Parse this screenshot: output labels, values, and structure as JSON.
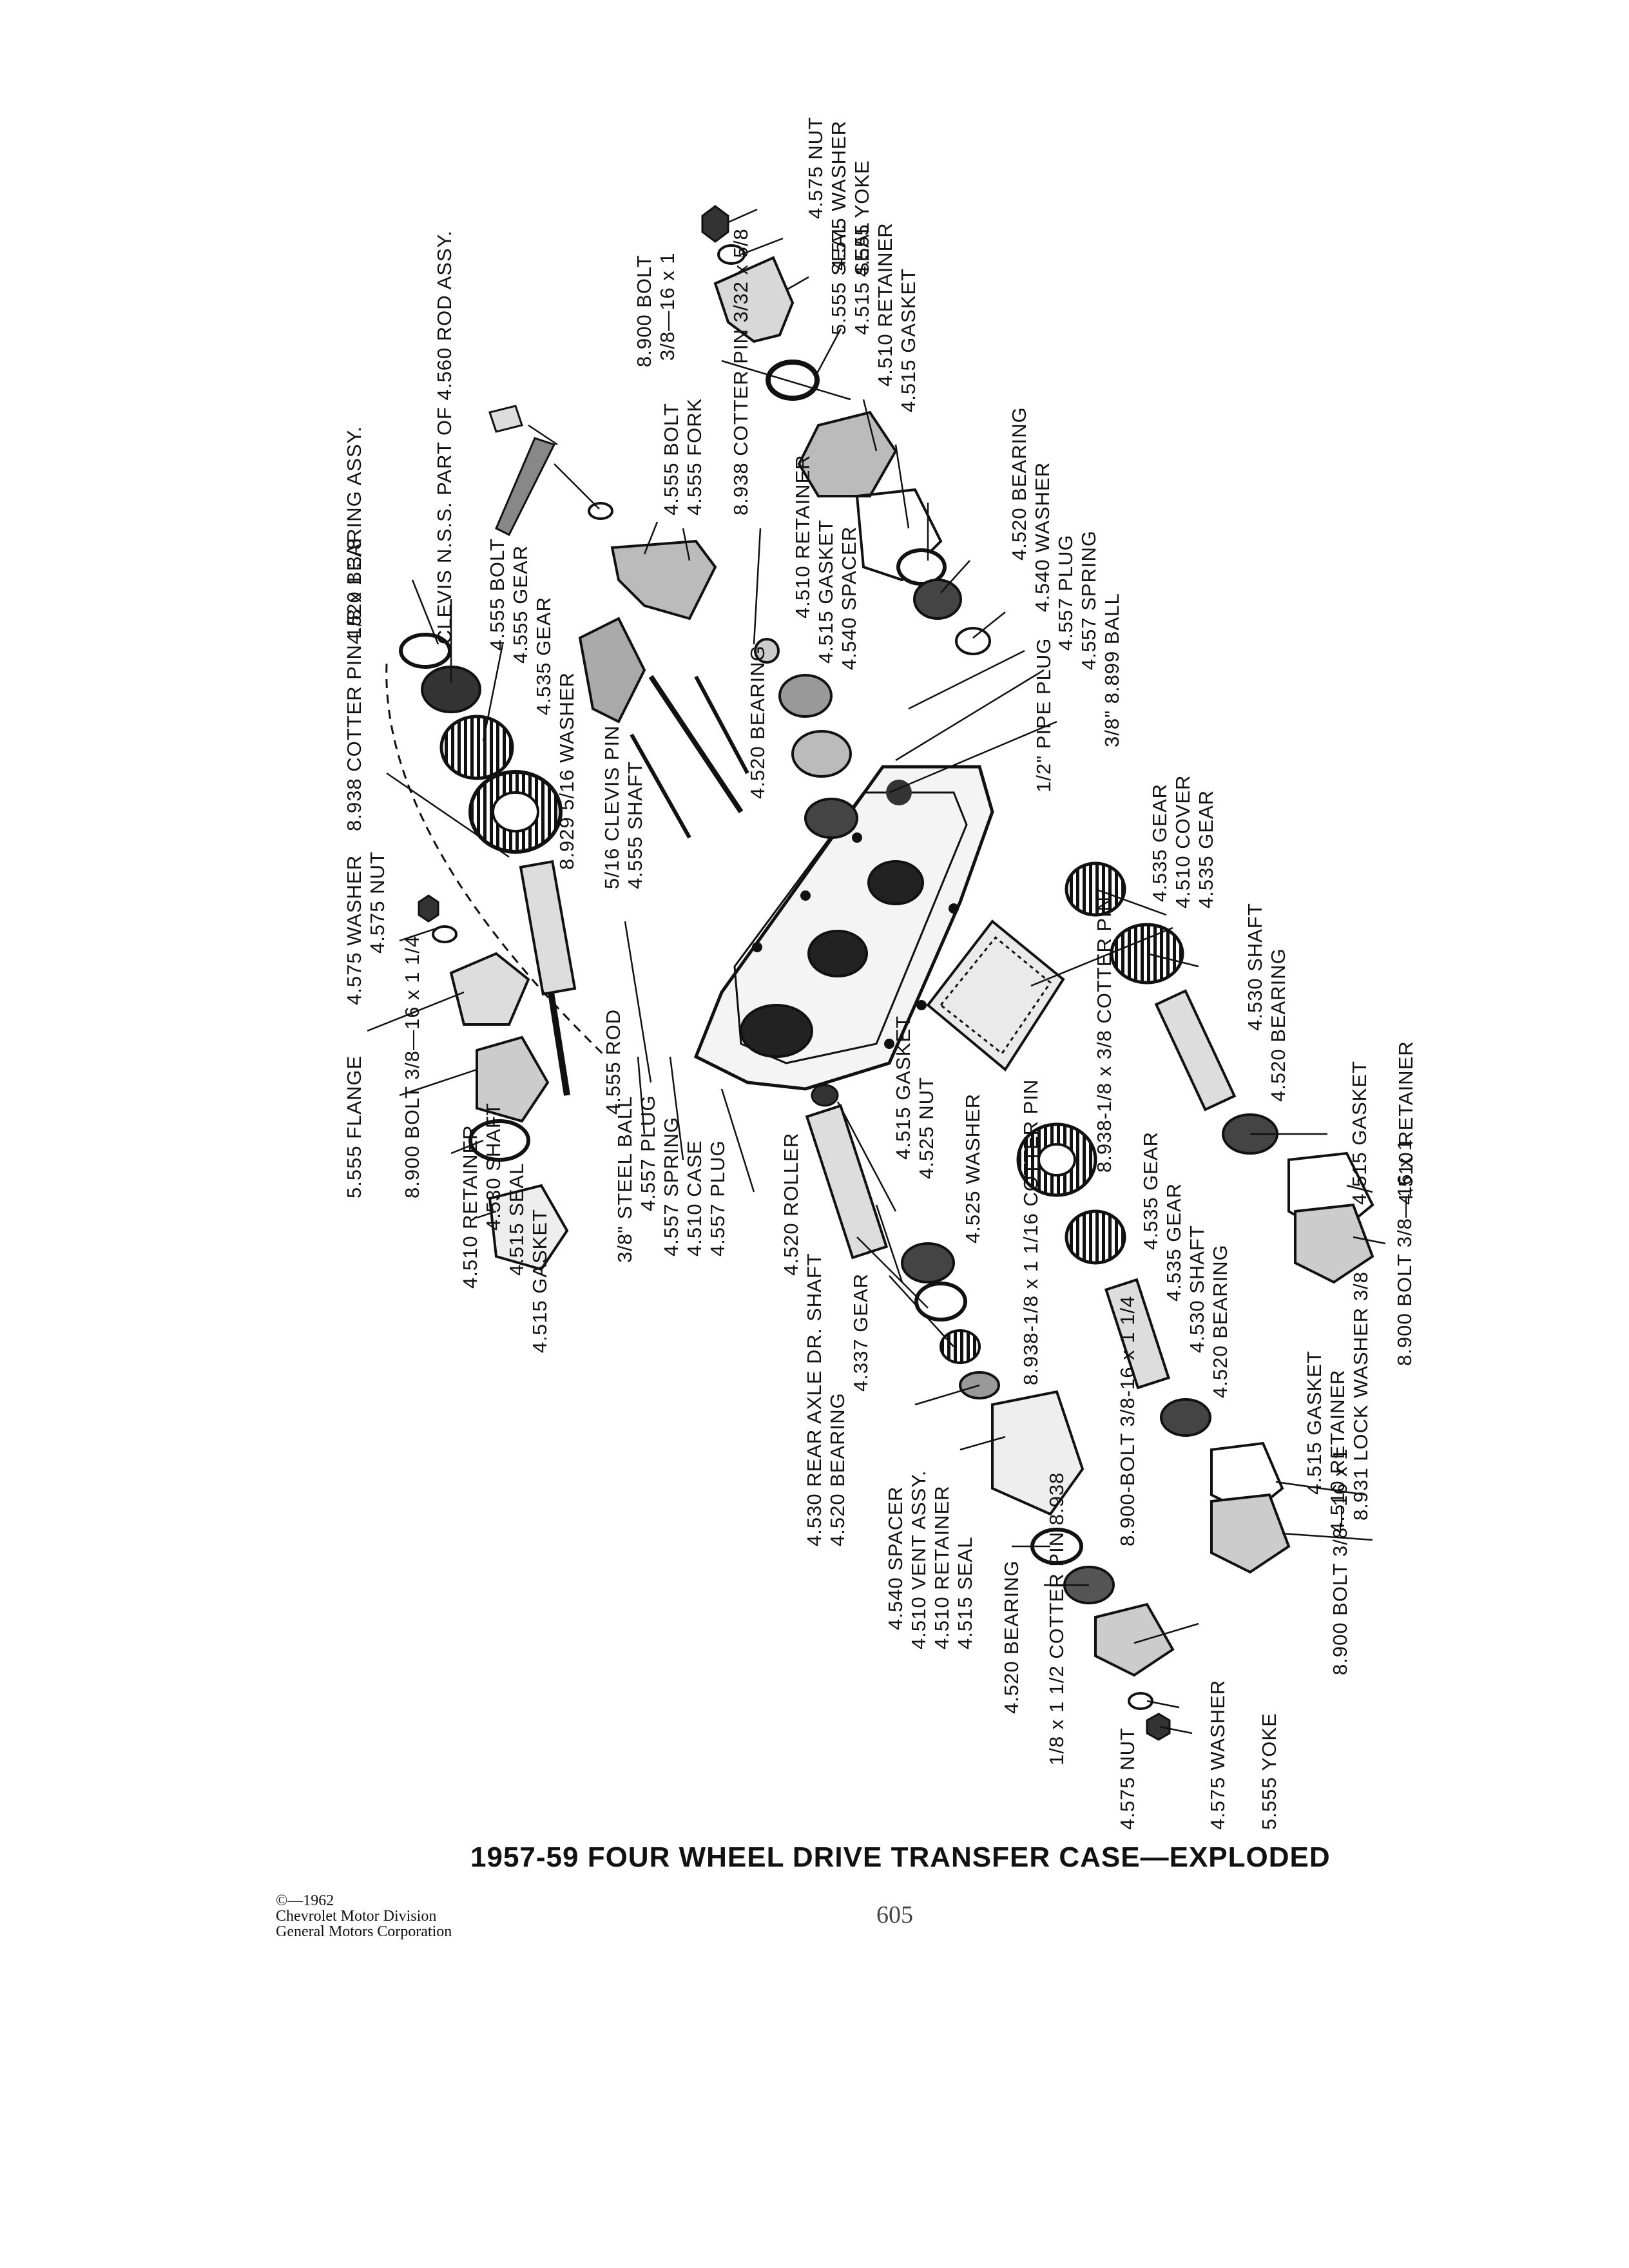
{
  "title": "1957-59 FOUR WHEEL DRIVE TRANSFER CASE—EXPLODED",
  "copyright": {
    "line1": "©—1962",
    "line2": "Chevrolet Motor Division",
    "line3": "General Motors Corporation"
  },
  "page_number": "605",
  "labels": {
    "l01": "4.575 NUT",
    "l02": "4.575 WASHER",
    "l03": "4.555 YOKE",
    "l04": "5.555 SEAL",
    "l05": "4.515 SEAL",
    "l06": "4.510 RETAINER",
    "l07": "4.515 GASKET",
    "l08": "8.900 BOLT",
    "l09": "3/8—16 x 1",
    "l10": "CLEVIS N.S.S. PART OF 4.560 ROD ASSY.",
    "l11": "4.555 BOLT",
    "l12": "4.555 FORK",
    "l13": "8.938 COTTER PIN 3/32 x 5/8",
    "l14": "4.520 BEARING",
    "l15": "4.540 WASHER",
    "l16": "4.557 PLUG",
    "l17": "4.557 SPRING",
    "l18": "3/8\" 8.899 BALL",
    "l19": "4.510 RETAINER",
    "l20": "4.515 GASKET",
    "l21": "4.540 SPACER",
    "l22": "4.520 BEARING",
    "l23": "4.520 BEARING ASSY.",
    "l24": "4.555 BOLT",
    "l25": "4.555 GEAR",
    "l26": "4.535 GEAR",
    "l27": "8.938 COTTER PIN 1/8 x 1 3/8",
    "l28": "8.929 5/16 WASHER",
    "l29": "5/16 CLEVIS PIN",
    "l30": "4.555 SHAFT",
    "l31": "1/2\" PIPE PLUG",
    "l32": "4.535 GEAR",
    "l33": "4.510 COVER",
    "l34": "4.535 GEAR",
    "l35": "4.575 WASHER",
    "l36": "4.575 NUT",
    "l37": "5.555 FLANGE",
    "l38": "8.900 BOLT 3/8—16 x 1 1/4",
    "l39": "4.510 RETAINER",
    "l40": "4.530 SHAFT",
    "l41": "4.515 SEAL",
    "l42": "4.515 GASKET",
    "l43": "4.555 ROD",
    "l44": "3/8\" STEEL BALL",
    "l45": "4.557 PLUG",
    "l46": "4.557 SPRING",
    "l47": "4.510 CASE",
    "l48": "4.557 PLUG",
    "l49": "4.515 GASKET",
    "l50": "4.525 NUT",
    "l51": "4.525 WASHER",
    "l52": "4.530 SHAFT",
    "l53": "4.520 BEARING",
    "l54": "8.938-1/8 x 3/8 COTTER PIN",
    "l55": "4.515 GASKET",
    "l56": "4.510 RETAINER",
    "l57": "4.535 GEAR",
    "l58": "4.520 ROLLER",
    "l59": "4.530 REAR AXLE DR. SHAFT",
    "l60": "8.938-1/8 x 1 1/16 COTTER PIN",
    "l61": "4.535 GEAR",
    "l62": "4.530 SHAFT",
    "l63": "4.520 BEARING",
    "l64": "8.900 BOLT 3/8—16 x 1",
    "l65": "4.520 BEARING",
    "l66": "4.337 GEAR",
    "l67": "4.540 SPACER",
    "l68": "4.510 VENT ASSY.",
    "l69": "4.510 RETAINER",
    "l70": "8.900-BOLT 3/8-16 x 1 1/4",
    "l71": "4.515 GASKET",
    "l72": "4.510 RETAINER",
    "l73": "8.931 LOCK WASHER 3/8",
    "l74": "4.515 SEAL",
    "l75": "4.520 BEARING",
    "l76": "1/8 x 1 1/2 COTTER PIN 8.938",
    "l77": "4.575 NUT",
    "l78": "4.575 WASHER",
    "l79": "5.555 YOKE",
    "l80": "8.900 BOLT 3/8—16 x 1"
  }
}
